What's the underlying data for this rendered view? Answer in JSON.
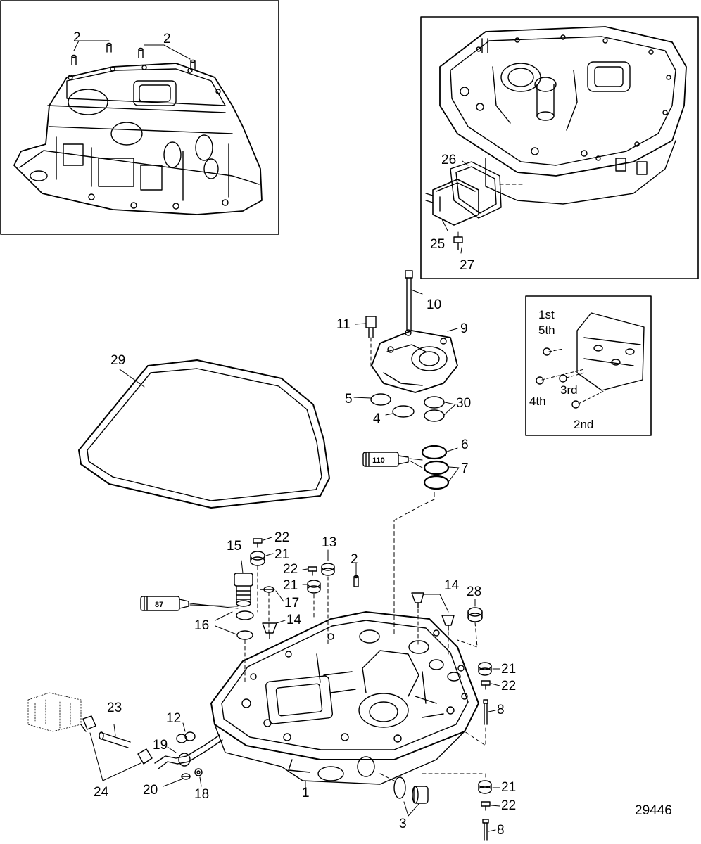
{
  "diagram": {
    "id": "29446",
    "callouts": {
      "c1": "1",
      "c2a": "2",
      "c2b": "2",
      "c2c": "2",
      "c3": "3",
      "c4": "4",
      "c5": "5",
      "c6": "6",
      "c7": "7",
      "c8a": "8",
      "c8b": "8",
      "c9": "9",
      "c10": "10",
      "c11": "11",
      "c12": "12",
      "c13": "13",
      "c14a": "14",
      "c14b": "14",
      "c15": "15",
      "c16": "16",
      "c17": "17",
      "c18": "18",
      "c19": "19",
      "c20": "20",
      "c21a": "21",
      "c21b": "21",
      "c21c": "21",
      "c21d": "21",
      "c22a": "22",
      "c22b": "22",
      "c22c": "22",
      "c22d": "22",
      "c23": "23",
      "c24": "24",
      "c25": "25",
      "c26": "26",
      "c27": "27",
      "c28": "28",
      "c29": "29",
      "c30": "30"
    },
    "tubes": {
      "sealant_110": "110",
      "sealant_87": "87"
    },
    "tightening_order": {
      "first": "1st",
      "fifth": "5th",
      "third": "3rd",
      "fourth": "4th",
      "second": "2nd"
    }
  },
  "colors": {
    "line": "#000000",
    "background": "#ffffff"
  }
}
